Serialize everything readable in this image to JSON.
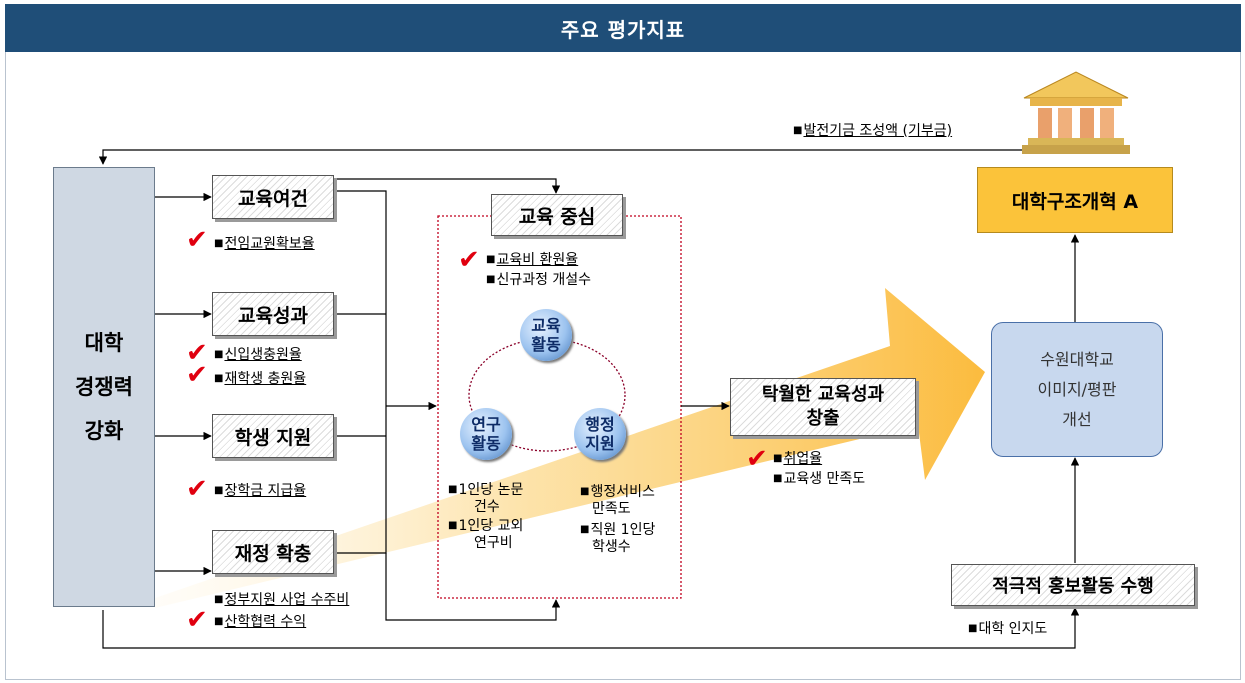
{
  "title": "주요 평가지표",
  "left_pillar": [
    "대학",
    "경쟁력",
    "강화"
  ],
  "strategy_boxes": [
    {
      "label": "교육여건",
      "indicators": [
        {
          "text": "전임교원확보율",
          "checked": true,
          "underline": true
        }
      ]
    },
    {
      "label": "교육성과",
      "indicators": [
        {
          "text": "신입생충원율",
          "checked": true,
          "underline": true
        },
        {
          "text": "재학생 충원율",
          "checked": true,
          "underline": true
        }
      ]
    },
    {
      "label": "학생 지원",
      "indicators": [
        {
          "text": "장학금 지급율",
          "checked": true,
          "underline": true
        }
      ]
    },
    {
      "label": "재정 확충",
      "indicators": [
        {
          "text": "정부지원 사업 수주비",
          "checked": false,
          "underline": true
        },
        {
          "text": "산학협력 수익",
          "checked": true,
          "underline": true
        }
      ]
    }
  ],
  "education_center": {
    "label": "교육 중심",
    "indicators": [
      {
        "text": "교육비 환원율",
        "checked": true,
        "underline": true
      },
      {
        "text": "신규과정 개설수",
        "checked": false,
        "underline": false
      }
    ]
  },
  "circles": {
    "education": [
      "교육",
      "활동"
    ],
    "research": [
      "연구",
      "활동"
    ],
    "admin": [
      "행정",
      "지원"
    ]
  },
  "research_indicators": [
    [
      "1인당 논문",
      "건수"
    ],
    [
      "1인당 교외",
      "연구비"
    ]
  ],
  "admin_indicators": [
    [
      "행정서비스",
      "만족도"
    ],
    [
      "직원 1인당",
      "학생수"
    ]
  ],
  "outcome": {
    "label": [
      "탁월한 교육성과",
      "창출"
    ],
    "indicators": [
      {
        "text": "취업율",
        "checked": true,
        "underline": true
      },
      {
        "text": "교육생 만족도",
        "checked": false,
        "underline": false
      }
    ]
  },
  "reform_box": "대학구조개혁 A",
  "reputation_box": [
    "수원대학교",
    "이미지/평판",
    "개선"
  ],
  "promotion_box": "적극적 홍보활동 수행",
  "promotion_indicator": "대학 인지도",
  "fund_indicator": "발전기금 조성액 (기부금)",
  "colors": {
    "title_bar": "#1f4e78",
    "gold_box": "#fbc33a",
    "check": "#e0000f",
    "arrow": "#fbc55a",
    "dotted": "#c0001e"
  }
}
